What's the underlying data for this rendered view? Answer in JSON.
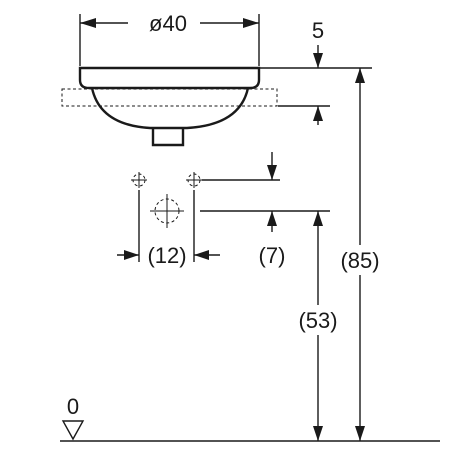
{
  "dimensions": {
    "basin_diameter": "ø40",
    "rim_thickness": "5",
    "tap_hole_spacing": "(12)",
    "tap_hole_offset": "(7)",
    "tap_hole_height": "(53)",
    "total_height": "(85)",
    "floor_level": "0"
  },
  "colors": {
    "ink": "#1a1a1a",
    "background": "#ffffff"
  }
}
